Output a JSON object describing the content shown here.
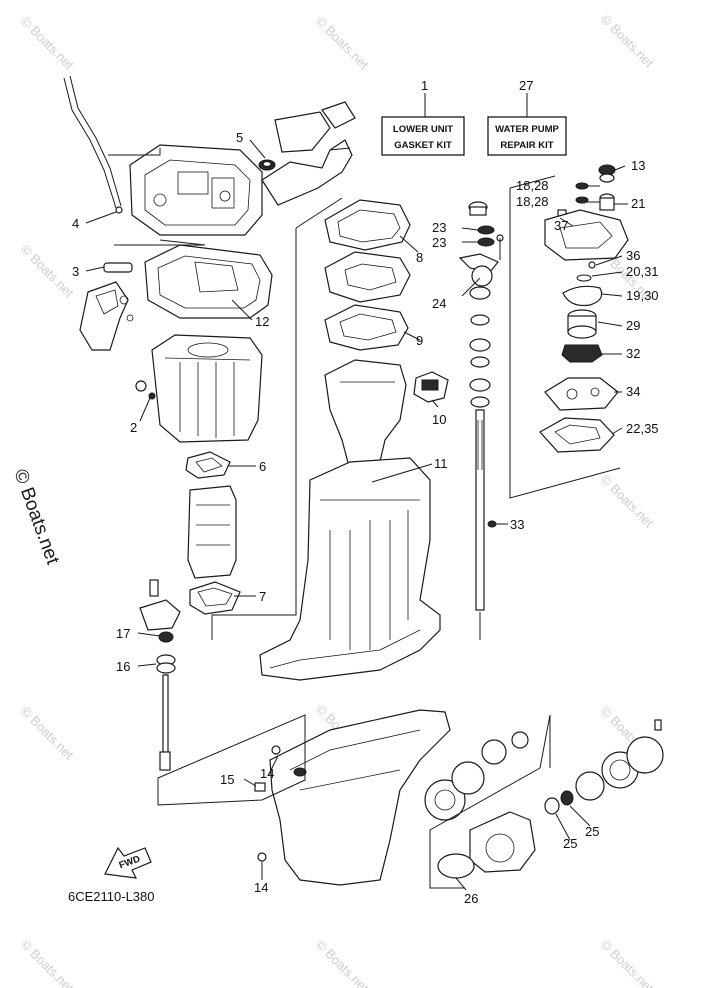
{
  "diagram_code": "6CE2110-L380",
  "watermark": "© Boats.net",
  "kit_boxes": {
    "lower_unit_gasket_kit": {
      "line1": "LOWER UNIT",
      "line2": "GASKET KIT"
    },
    "water_pump_repair_kit": {
      "line1": "WATER PUMP",
      "line2": "REPAIR KIT"
    }
  },
  "fwd_label": "FWD",
  "part_labels": {
    "p1": "1",
    "p2": "2",
    "p3": "3",
    "p4": "4",
    "p5": "5",
    "p6": "6",
    "p7": "7",
    "p8": "8",
    "p9": "9",
    "p10": "10",
    "p11": "11",
    "p12": "12",
    "p13": "13",
    "p14a": "14",
    "p14b": "14",
    "p15": "15",
    "p16": "16",
    "p17": "17",
    "p18a": "18,28",
    "p18b": "18,28",
    "p19": "19,30",
    "p20": "20,31",
    "p21": "21",
    "p22": "22,35",
    "p23a": "23",
    "p23b": "23",
    "p24": "24",
    "p25a": "25",
    "p25b": "25",
    "p26": "26",
    "p27": "27",
    "p29": "29",
    "p32": "32",
    "p33": "33",
    "p34": "34",
    "p36": "36",
    "p37": "37"
  }
}
